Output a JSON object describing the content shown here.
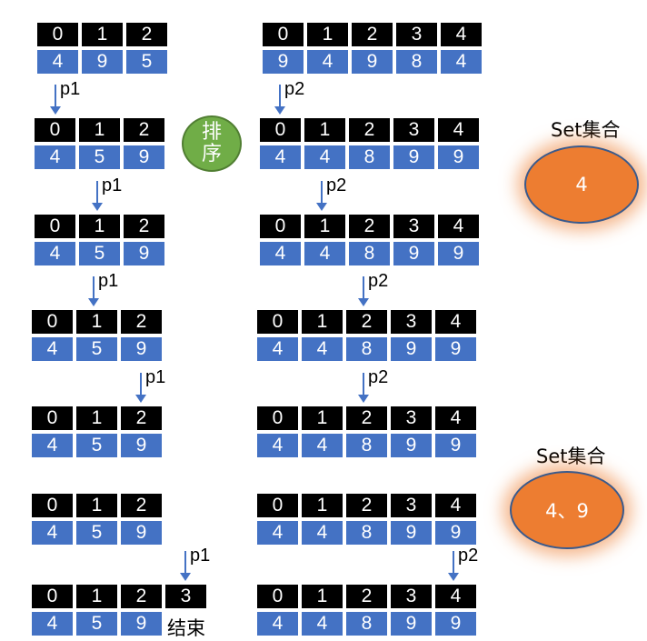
{
  "arrays": {
    "a": {
      "indices": [
        "0",
        "1",
        "2"
      ],
      "values": [
        "4",
        "9",
        "5"
      ]
    },
    "b": {
      "indices": [
        "0",
        "1",
        "2",
        "3",
        "4"
      ],
      "values": [
        "9",
        "4",
        "9",
        "8",
        "4"
      ]
    },
    "a_sorted": {
      "indices": [
        "0",
        "1",
        "2"
      ],
      "values": [
        "4",
        "5",
        "9"
      ]
    },
    "b_sorted": {
      "indices": [
        "0",
        "1",
        "2",
        "3",
        "4"
      ],
      "values": [
        "4",
        "4",
        "8",
        "9",
        "9"
      ]
    },
    "a_final": {
      "indices": [
        "0",
        "1",
        "2",
        "3"
      ],
      "values": [
        "4",
        "5",
        "9"
      ]
    }
  },
  "pointers": {
    "p1": "p1",
    "p2": "p2"
  },
  "sort_label": "排序",
  "sets": [
    {
      "title": "Set集合",
      "content": "4"
    },
    {
      "title": "Set集合",
      "content": "4、9"
    }
  ],
  "end_label": "结束"
}
